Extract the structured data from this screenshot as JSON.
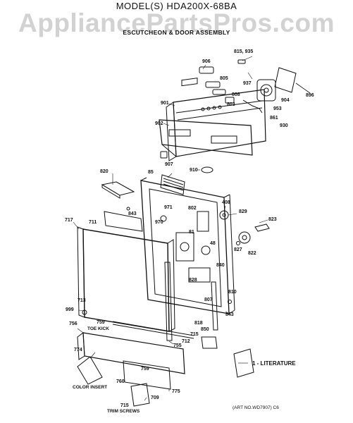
{
  "header": {
    "title": "MODEL(S) HDA200X-68BA",
    "subtitle": "ESCUTCHEON & DOOR ASSEMBLY",
    "watermark": "AppliancePartsPros.com"
  },
  "footer": {
    "art_number": "(ART NO.WD7907) C6"
  },
  "labels": {
    "toe_kick": "TOE KICK",
    "color_insert": "COLOR INSERT",
    "trim_screws": "TRIM SCREWS",
    "literature": "1 - LITERATURE"
  },
  "callouts": {
    "p815_935": "815, 935",
    "p906": "906",
    "p805": "805",
    "p808": "808",
    "p937": "937",
    "p803": "803",
    "p901": "901",
    "p904": "904",
    "p953": "953",
    "p896": "896",
    "p861": "861",
    "p930": "930",
    "p902": "902",
    "p907": "907",
    "p910": "910",
    "p820": "820",
    "p85": "85",
    "p408": "408",
    "p971": "971",
    "p802": "802",
    "p829": "829",
    "p823": "823",
    "p843a": "843",
    "p970": "970",
    "p717": "717",
    "p711": "711",
    "p81": "81",
    "p48": "48",
    "p827": "827",
    "p822": "822",
    "p840": "840",
    "p828": "828",
    "p810": "810",
    "p807": "807",
    "p843b": "843",
    "p713": "713",
    "p999": "999",
    "p756": "756",
    "p759a": "759",
    "p818": "818",
    "p715a": "715",
    "p712": "712",
    "p850": "850",
    "p755": "755",
    "p774": "774",
    "p759b": "759",
    "p760": "760",
    "p775": "775",
    "p709": "709",
    "p715b": "715"
  }
}
